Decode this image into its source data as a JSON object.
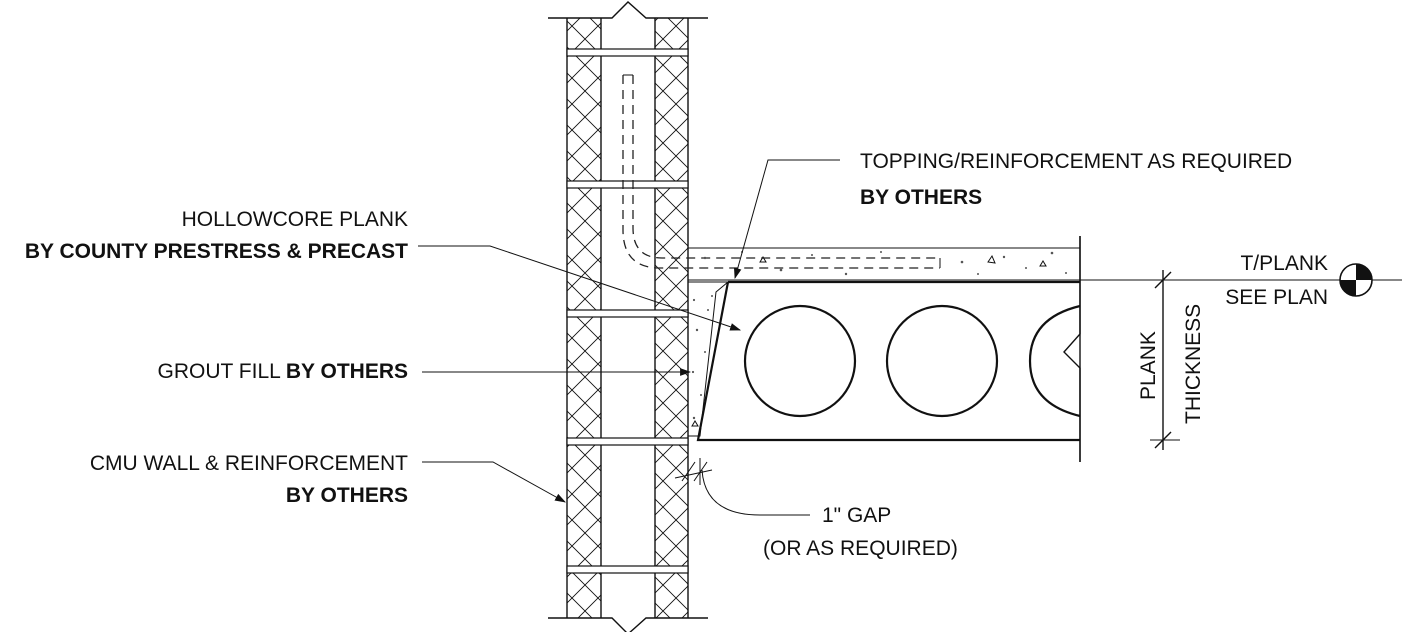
{
  "labels": {
    "hollowcore_1": "HOLLOWCORE PLANK",
    "hollowcore_2": "BY COUNTY PRESTRESS & PRECAST",
    "grout_1": "GROUT FILL ",
    "grout_2": "BY OTHERS",
    "cmu_1": "CMU WALL  & REINFORCEMENT",
    "cmu_2": "BY OTHERS",
    "topping_1": "TOPPING/REINFORCEMENT AS REQUIRED",
    "topping_2": "BY OTHERS",
    "tplank_1": "T/PLANK",
    "tplank_2": "SEE PLAN",
    "thickness_1": "PLANK",
    "thickness_2": "THICKNESS",
    "gap_1": "1\" GAP",
    "gap_2": "(OR AS REQUIRED)"
  },
  "colors": {
    "ink": "#111111",
    "background": "#ffffff",
    "aggregate": "#555555"
  }
}
